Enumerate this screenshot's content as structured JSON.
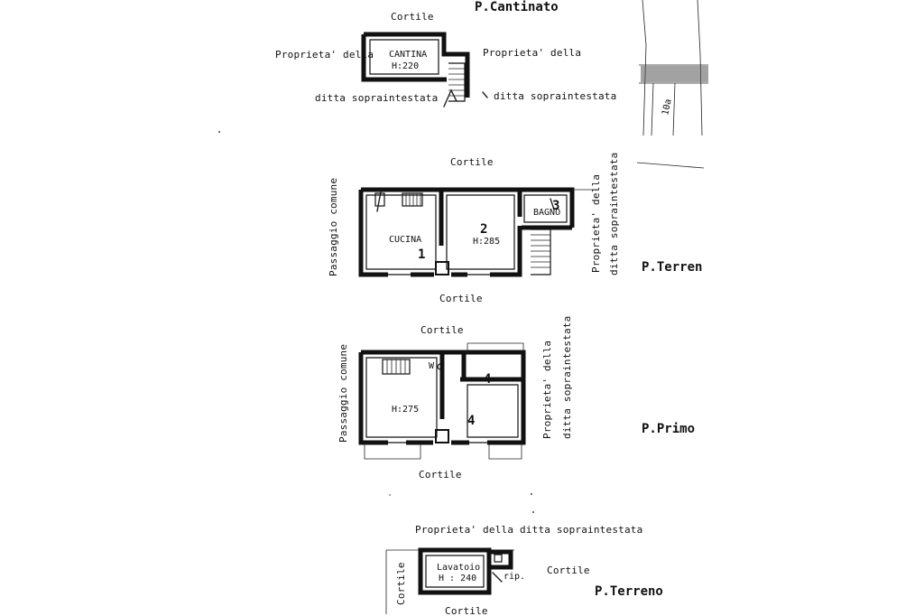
{
  "cantinato": {
    "title": "P.Cantinato",
    "top_label": "Cortile",
    "left_label": "Proprieta' della",
    "right_label": "Proprieta' della",
    "bottom_left_label": "ditta sopraintestata",
    "bottom_right_label": "ditta sopraintestata",
    "room_name": "CANTINA",
    "room_height": "H:220"
  },
  "terreno_main": {
    "title": "P.Terren",
    "top_label": "Cortile",
    "bottom_label": "Cortile",
    "left_label": "Passaggio comune",
    "right_label_1": "Proprieta' della",
    "right_label_2": "ditta sopraintestata",
    "room_kitchen": "CUCINA",
    "room_height": "H:285",
    "room_bath": "BAGNO",
    "hand_mark_1": "1",
    "hand_mark_2": "2",
    "hand_mark_3": "3"
  },
  "primo": {
    "title": "P.Primo",
    "top_label": "Cortile",
    "bottom_label": "Cortile",
    "left_label": "Passaggio comune",
    "right_label_1": "Proprieta' della",
    "right_label_2": "ditta sopraintestata",
    "room_height": "H:275",
    "wc_label": "W",
    "hand_mark_1": "4",
    "hand_mark_2": "4"
  },
  "terreno_annex": {
    "title": "P.Terreno",
    "top_label": "Proprieta' della ditta sopraintestata",
    "left_label": "Cortile",
    "right_label": "Cortile",
    "bottom_label": "Cortile",
    "room_name": "Lavatoio",
    "room_height": "H : 240",
    "closet_label": "rip."
  },
  "map_fragment": {
    "label": "10a"
  }
}
